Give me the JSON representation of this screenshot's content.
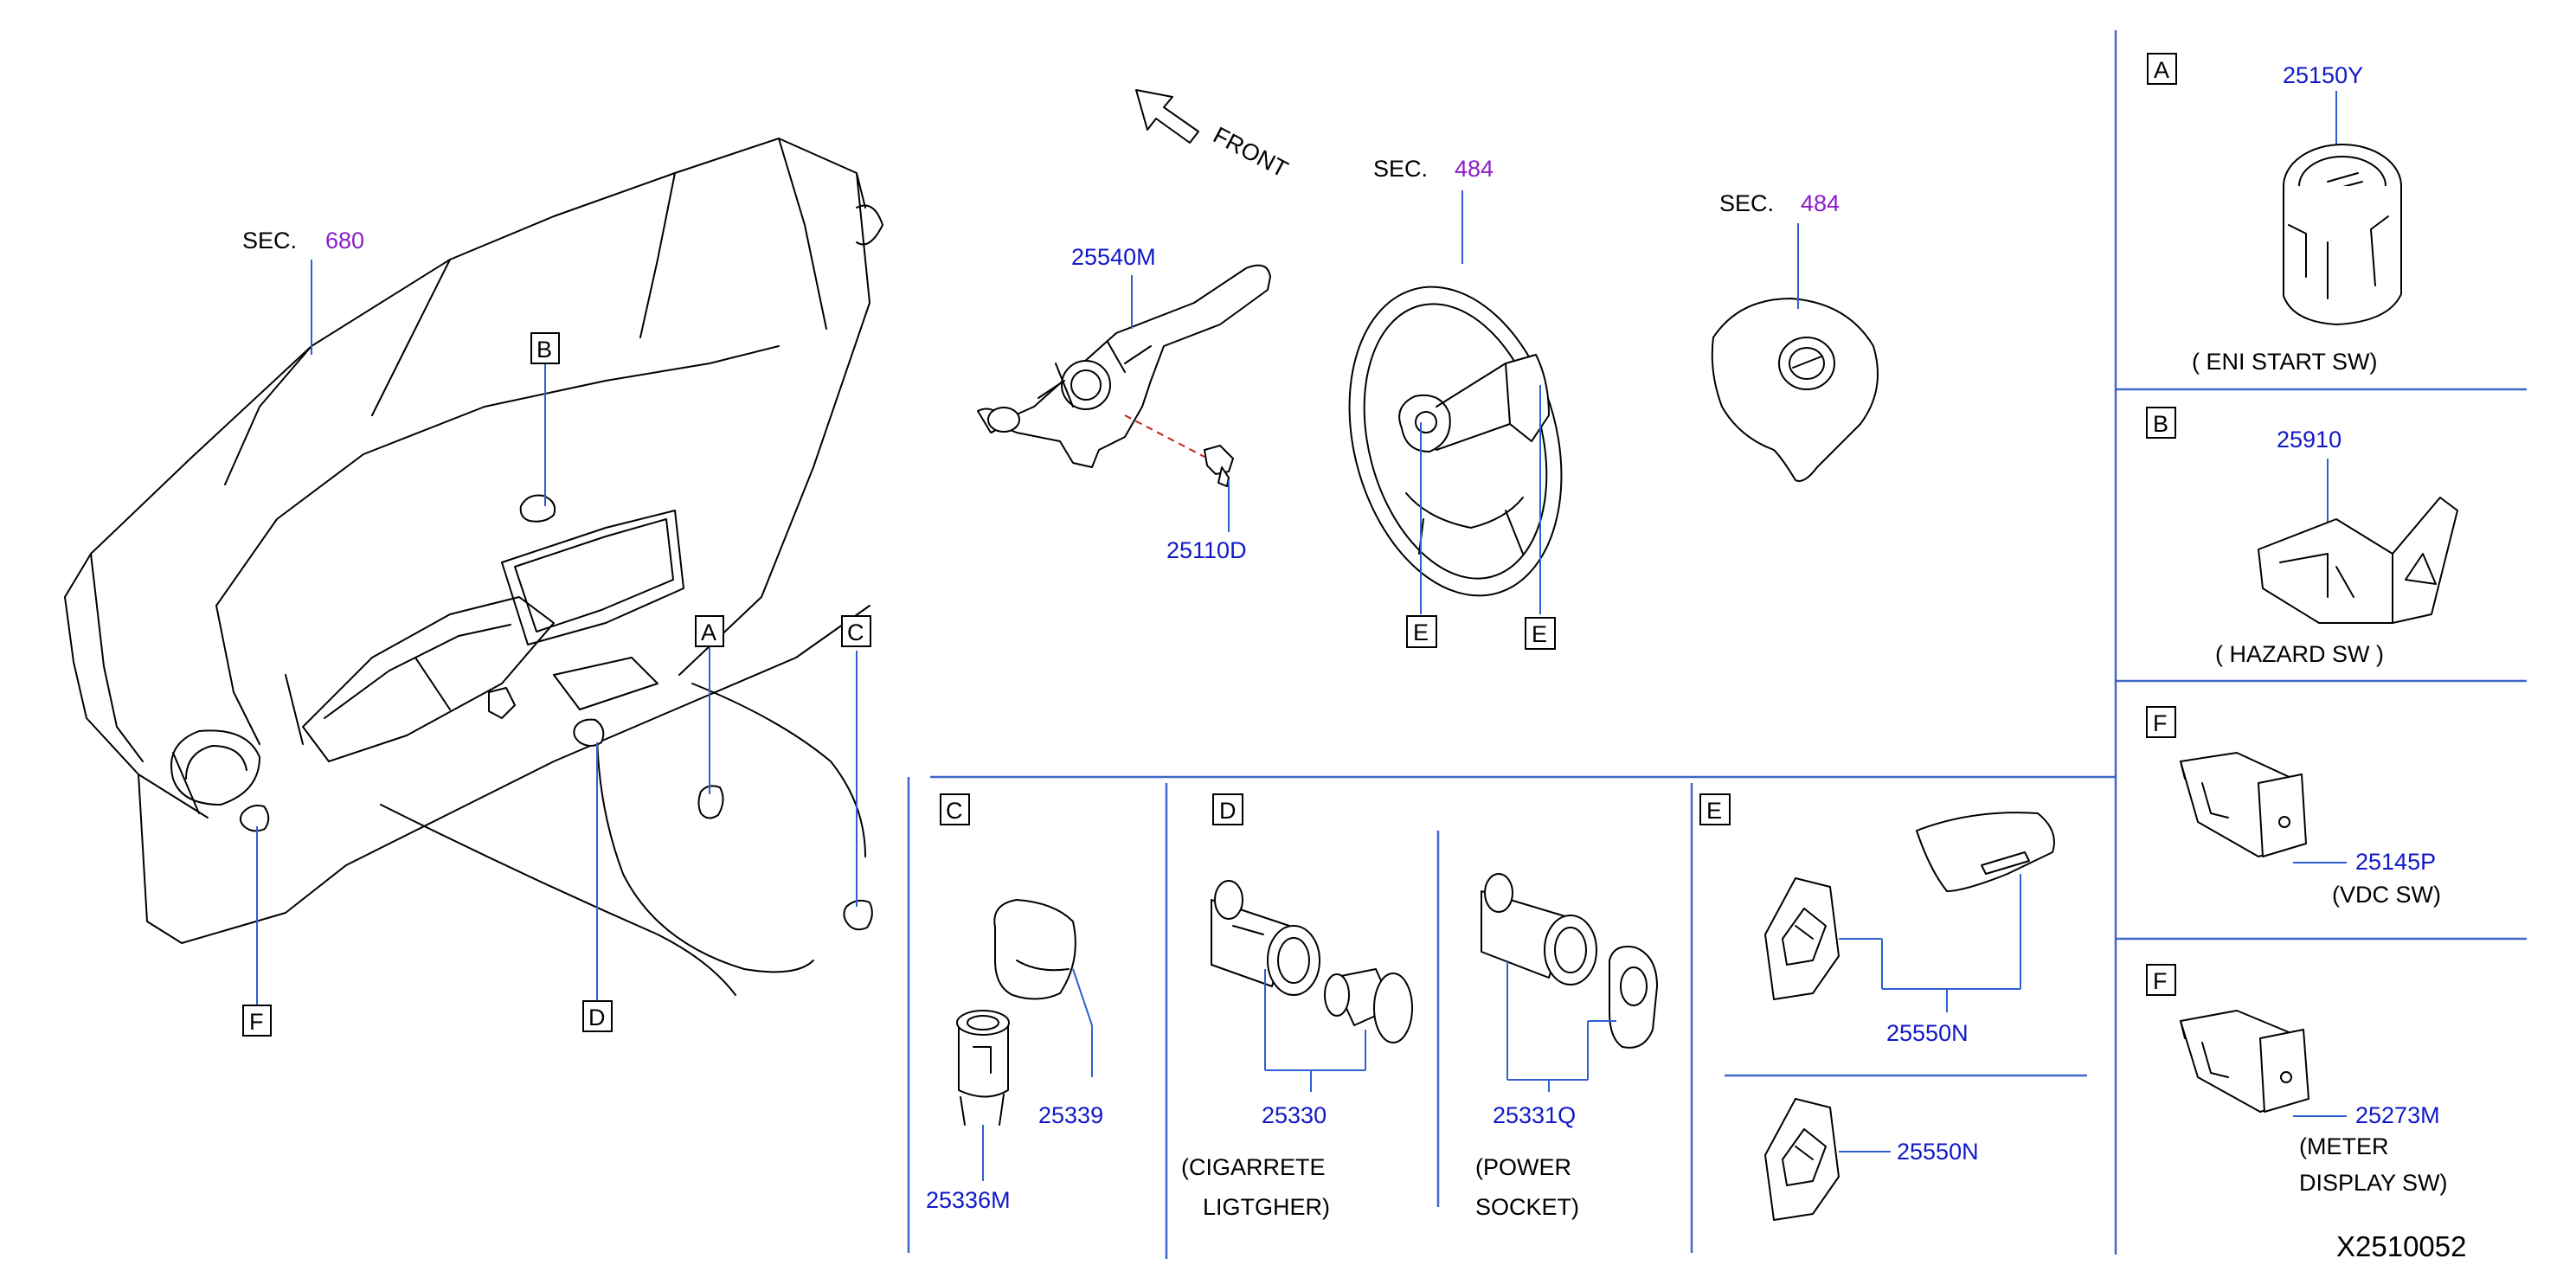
{
  "front_label": "FRONT",
  "figure_code": "X2510052",
  "sec_refs": [
    {
      "label": "SEC.",
      "num": "680"
    },
    {
      "label": "SEC.",
      "num": "484"
    },
    {
      "label": "SEC.",
      "num": "484"
    }
  ],
  "callouts": {
    "dash": {
      "A": "A",
      "B": "B",
      "C": "C",
      "D": "D",
      "F": "F"
    },
    "wheel": {
      "E1": "E",
      "E2": "E"
    }
  },
  "parts": {
    "p25540M": "25540M",
    "p25110D": "25110D",
    "p25339": "25339",
    "p25336M": "25336M",
    "p25330": "25330",
    "p25331Q": "25331Q",
    "p25550N_a": "25550N",
    "p25550N_b": "25550N",
    "p25150Y": "25150Y",
    "p25910": "25910",
    "p25145P": "25145P",
    "p25273M": "25273M"
  },
  "panels": {
    "C": {
      "tag": "C"
    },
    "D": {
      "tag": "D",
      "left_caption": [
        "(CIGARRETE",
        "LIGTGHER)"
      ],
      "right_caption": [
        "(POWER",
        "SOCKET)"
      ]
    },
    "E": {
      "tag": "E"
    },
    "A": {
      "tag": "A",
      "caption": "( ENI   START   SW)"
    },
    "B": {
      "tag": "B",
      "caption": "( HAZARD   SW )"
    },
    "F1": {
      "tag": "F",
      "caption": "(VDC   SW)"
    },
    "F2": {
      "tag": "F",
      "caption": [
        "(METER",
        "DISPLAY   SW)"
      ]
    }
  },
  "colors": {
    "part_number": "#1018c8",
    "section_number": "#8a1ec8",
    "frame_lines": "#3f66c8"
  }
}
